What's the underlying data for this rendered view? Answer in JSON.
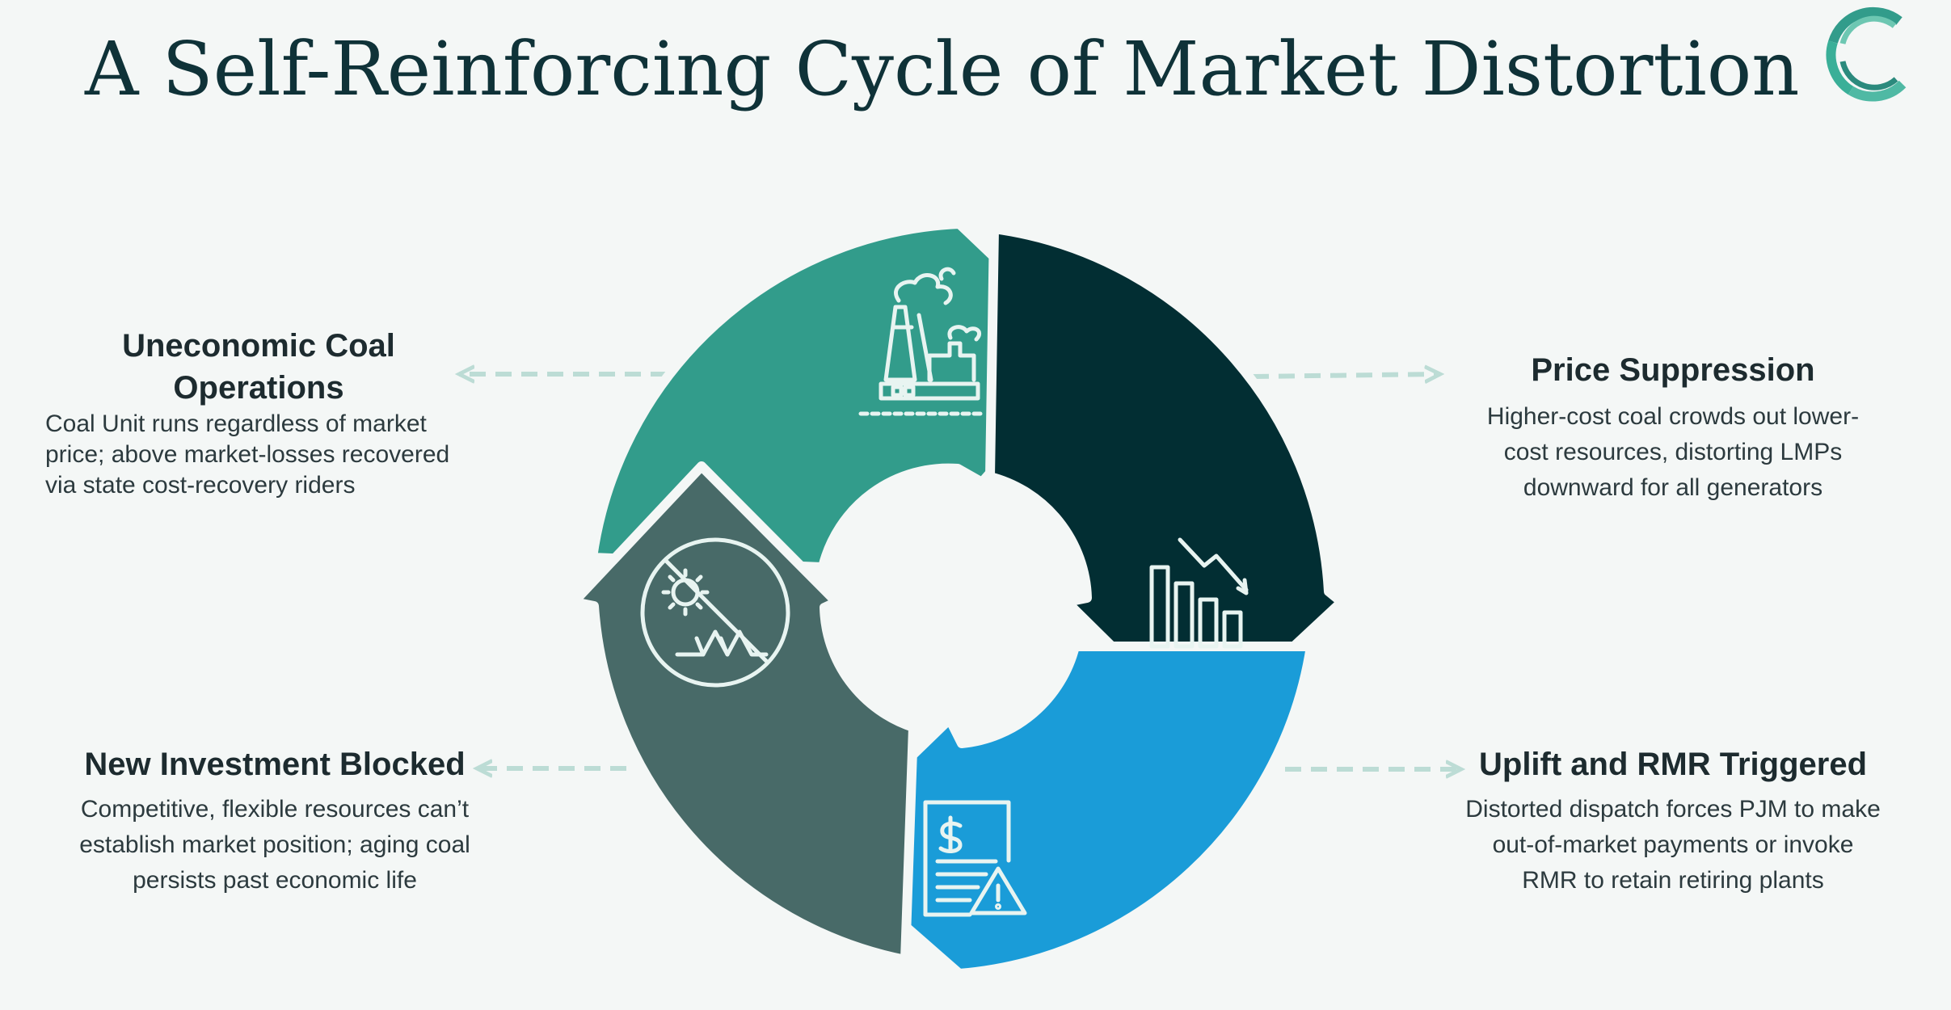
{
  "title": "A Self-Reinforcing Cycle of Market Distortion",
  "colors": {
    "background": "#f4f7f6",
    "teal": "#329c8b",
    "dark_teal": "#022e33",
    "blue": "#1a9cd8",
    "slate": "#486a68",
    "connector": "#bcdcd5",
    "icon": "#e8f4f1"
  },
  "logo": {
    "icon": "c-ring-logo"
  },
  "steps": [
    {
      "id": "coal",
      "heading_line1": "Uneconomic Coal",
      "heading_line2": "Operations",
      "body_lines": [
        "Coal Unit runs regardless of market",
        "price; above market-losses recovered",
        "via state cost-recovery riders"
      ],
      "icon": "power-plant-icon",
      "color": "#329c8b"
    },
    {
      "id": "price",
      "heading": "Price Suppression",
      "body_lines": [
        "Higher-cost coal crowds out lower-",
        "cost resources, distorting LMPs",
        "downward for all generators"
      ],
      "icon": "declining-bar-chart-icon",
      "color": "#022e33"
    },
    {
      "id": "uplift",
      "heading": "Uplift and RMR Triggered",
      "body_lines": [
        "Distorted dispatch forces PJM to make",
        "out-of-market payments or invoke",
        "RMR to retain retiring plants"
      ],
      "icon": "invoice-warning-icon",
      "color": "#1a9cd8"
    },
    {
      "id": "investment",
      "heading": "New Investment Blocked",
      "body_lines": [
        "Competitive, flexible resources can’t",
        "establish market position; aging coal",
        "persists past economic life"
      ],
      "icon": "blocked-renewables-icon",
      "color": "#486a68"
    }
  ]
}
